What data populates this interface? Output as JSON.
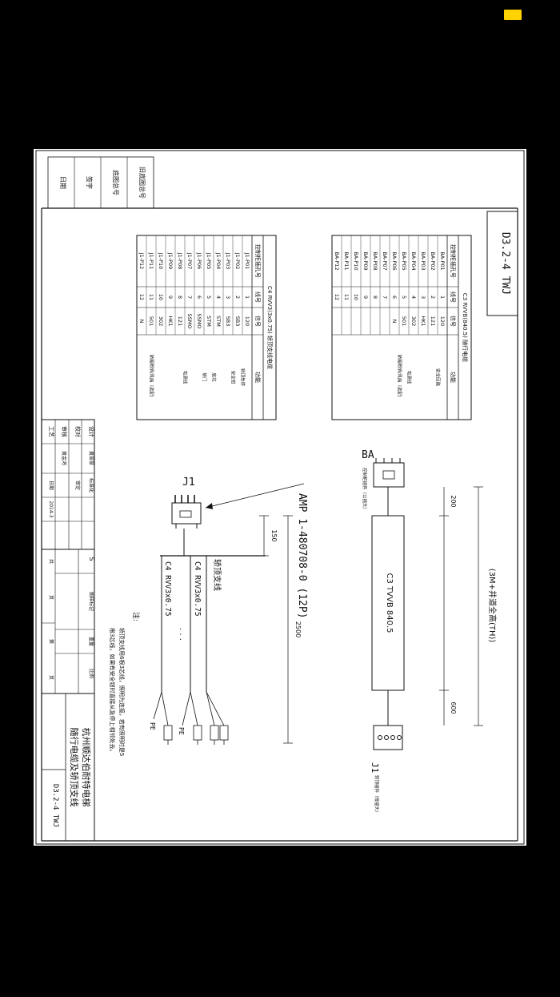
{
  "drawing": {
    "number": "D3.2-4 TWJ",
    "title": "随行电缆及轿顶支线",
    "company": "杭州顺达伯耐特电梯",
    "length_spec": "(3M+井道全高(TH))",
    "dim_200": "200",
    "dim_600": "600",
    "dim_150": "150",
    "dim_2500": "2500",
    "c3_cable": "C3  TVVB  840.5",
    "ba_label": "BA",
    "ba_desc": "控制柜插件（公插头）",
    "j1_right_label": "J1",
    "j1_right_desc": "轿顶插件（母插头）",
    "amp_label": "AMP 1-480708-0 (12P)",
    "j1_left_label": "J1",
    "branch_title": "轿顶支线",
    "c4_a": "C4  RVV3x0.75",
    "c4_b": "C4  RVV3x0.75",
    "dots": "· · ·",
    "pe_a": "PE",
    "pe_b": "PE",
    "note_title": "注:",
    "note_1": "轿顶支线用6根3芯线，照明为连接，若有照明时是5",
    "note_2": "根3芯线，如果有安全钳时直接从急停上相邻处去。"
  },
  "left_strip": [
    "日期",
    "签字",
    "底图总号",
    "旧底图总号"
  ],
  "tb": {
    "design_l": "设计",
    "design_v": "黄翠翠",
    "design2_l": "标准化",
    "check_l": "校对",
    "check2_l": "审定",
    "review_l": "审核",
    "review_v": "黄金鸿",
    "craft_l": "工艺",
    "date_l": "日期",
    "date_v": "2014-3",
    "s_l": "S",
    "marks_l": "图样标记",
    "weight_l": "重量",
    "scale_l": "比例",
    "total_l": "共",
    "page_l": "页",
    "sheet_l": "第",
    "sheet2_l": "页"
  },
  "table_c3": {
    "title": "C3  RVVB(840.5)  随行电缆",
    "headers": [
      "控制柜插孔号",
      "线号",
      "信号",
      "功能"
    ],
    "rows": [
      [
        "BA-P01",
        "1",
        "120",
        ""
      ],
      [
        "BA-P02",
        "2",
        "121",
        ""
      ],
      [
        "BA-P03",
        "3",
        "HK1",
        ""
      ],
      [
        "BA-P04",
        "4",
        "302",
        ""
      ],
      [
        "BA-P05",
        "5",
        "501",
        ""
      ],
      [
        "BA-P06",
        "6",
        "N",
        ""
      ],
      [
        "BA-P07",
        "7",
        "",
        ""
      ],
      [
        "BA-P08",
        "8",
        "",
        ""
      ],
      [
        "BA-P09",
        "9",
        "",
        ""
      ],
      [
        "BA-P10",
        "10",
        "",
        ""
      ],
      [
        "BA-P11",
        "11",
        "",
        ""
      ],
      [
        "BA-P12",
        "12",
        "",
        ""
      ]
    ],
    "functions": [
      "安全回路",
      "电源线",
      "轿厢照明/风扇（选配）"
    ]
  },
  "table_c4": {
    "title": "C4  RVV3(3x0.75)  轿顶支线电缆",
    "headers": [
      "控制柜插孔号",
      "线号",
      "信号",
      "功能"
    ],
    "rows": [
      [
        "J1-P01",
        "1",
        "120",
        ""
      ],
      [
        "J1-P02",
        "2",
        "SB3",
        ""
      ],
      [
        "J1-P03",
        "3",
        "SB3",
        ""
      ],
      [
        "J1-P04",
        "4",
        "STM",
        ""
      ],
      [
        "J1-P05",
        "5",
        "STM",
        ""
      ],
      [
        "J1-P06",
        "6",
        "SSMO",
        ""
      ],
      [
        "J1-P07",
        "7",
        "SSMO",
        ""
      ],
      [
        "J1-P08",
        "8",
        "121",
        ""
      ],
      [
        "J1-P09",
        "9",
        "HK1",
        ""
      ],
      [
        "J1-P10",
        "10",
        "302",
        ""
      ],
      [
        "J1-P11",
        "11",
        "501",
        ""
      ],
      [
        "J1-P12",
        "12",
        "N",
        ""
      ]
    ],
    "functions": [
      "轿顶急停",
      "安全钳",
      "底坑",
      "轿门",
      "电源线",
      "轿厢照明/风扇（选配）"
    ]
  }
}
